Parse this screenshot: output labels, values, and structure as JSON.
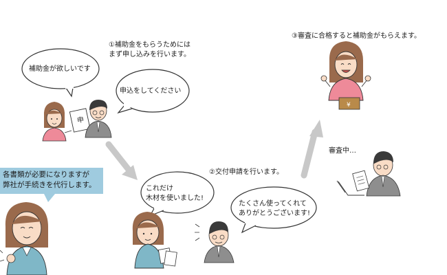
{
  "steps": {
    "step1_line1": "①補助金をもらうためには",
    "step1_line2": "まず申し込みを行います。",
    "step2": "②交付申請を行います。",
    "step3": "③審査に合格すると補助金がもらえます。"
  },
  "bubbles": {
    "want_subsidy": "補助金が欲しいです",
    "please_apply": "申込をしてください",
    "used_wood_line1": "これだけ",
    "used_wood_line2": "木材を使いました!",
    "thanks_line1": "たくさん使ってくれて",
    "thanks_line2": "ありがとうございます!"
  },
  "reviewing": "審査中…",
  "form_label": "申",
  "money_label": "¥",
  "note": {
    "line1": "各書類が必要になりますが",
    "line2": "弊社が手続きを代行します。"
  },
  "colors": {
    "arrow": "#c8c8c8",
    "note_bg": "#9fcbdf",
    "skin": "#f9dcc6",
    "hair_brown": "#9a6a4c",
    "hair_dark": "#3a3a3a",
    "shirt_pink": "#ee8a99",
    "suit_gray": "#8e8e8e",
    "shirt_blue": "#7fb7c7"
  }
}
